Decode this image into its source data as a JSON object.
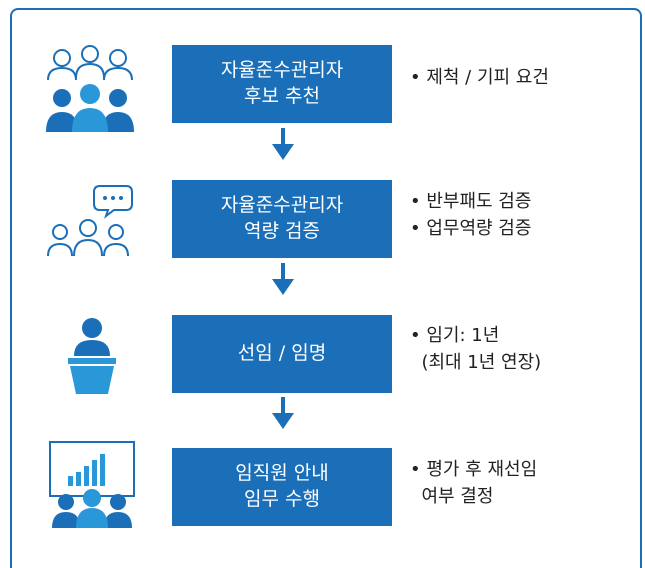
{
  "colors": {
    "primary": "#1a6fb8",
    "accent": "#2a98d8",
    "frame": "#1a6fb8"
  },
  "steps": [
    {
      "icon": "candidate-recommendation-icon",
      "box_lines": [
        "자율준수관리자",
        "후보 추천"
      ],
      "note_lines": [
        "• 제척 / 기피 요건"
      ]
    },
    {
      "icon": "competency-verification-icon",
      "box_lines": [
        "자율준수관리자",
        "역량 검증"
      ],
      "note_lines": [
        "• 반부패도 검증",
        "• 업무역량 검증"
      ]
    },
    {
      "icon": "appointment-podium-icon",
      "box_lines": [
        "선임 / 임명"
      ],
      "note_lines": [
        "• 임기: 1년",
        "  (최대 1년 연장)"
      ]
    },
    {
      "icon": "presentation-audience-icon",
      "box_lines": [
        "임직원 안내",
        "임무 수행"
      ],
      "note_lines": [
        "• 평가 후 재선임",
        "  여부 결정"
      ]
    }
  ]
}
